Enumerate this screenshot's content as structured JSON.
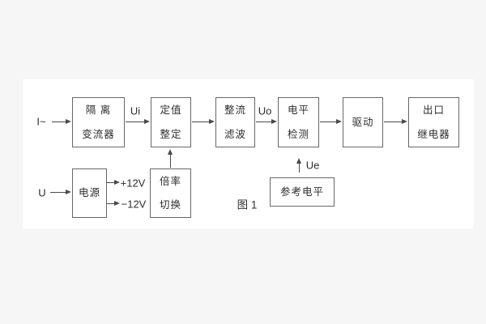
{
  "figure": {
    "caption": "图 1",
    "blocks": [
      {
        "name": "isolation-converter",
        "lines": [
          "隔 离",
          "变流器"
        ]
      },
      {
        "name": "setpoint-setting",
        "lines": [
          "定值",
          "整定"
        ]
      },
      {
        "name": "rectifier-filter",
        "lines": [
          "整流",
          "滤波"
        ]
      },
      {
        "name": "level-detection",
        "lines": [
          "电平",
          "检测"
        ]
      },
      {
        "name": "driver",
        "lines": [
          "驱动"
        ]
      },
      {
        "name": "output-relay",
        "lines": [
          "出口",
          "继电器"
        ]
      },
      {
        "name": "power-supply",
        "lines": [
          "电源"
        ]
      },
      {
        "name": "ratio-switching",
        "lines": [
          "倍率",
          "切换"
        ]
      },
      {
        "name": "reference-level",
        "lines": [
          "参考电平"
        ]
      }
    ],
    "labels": {
      "input_current": "I~",
      "input_voltage": "U",
      "ui": "Ui",
      "uo": "Uo",
      "ue": "Ue",
      "plus12v": "+12V",
      "minus12v": "−12V"
    },
    "colors": {
      "line": "#4a4a4a",
      "border": "#676767",
      "text": "#2d2d2d",
      "panel": "#ffffff",
      "page": "#f6f6f6"
    }
  }
}
